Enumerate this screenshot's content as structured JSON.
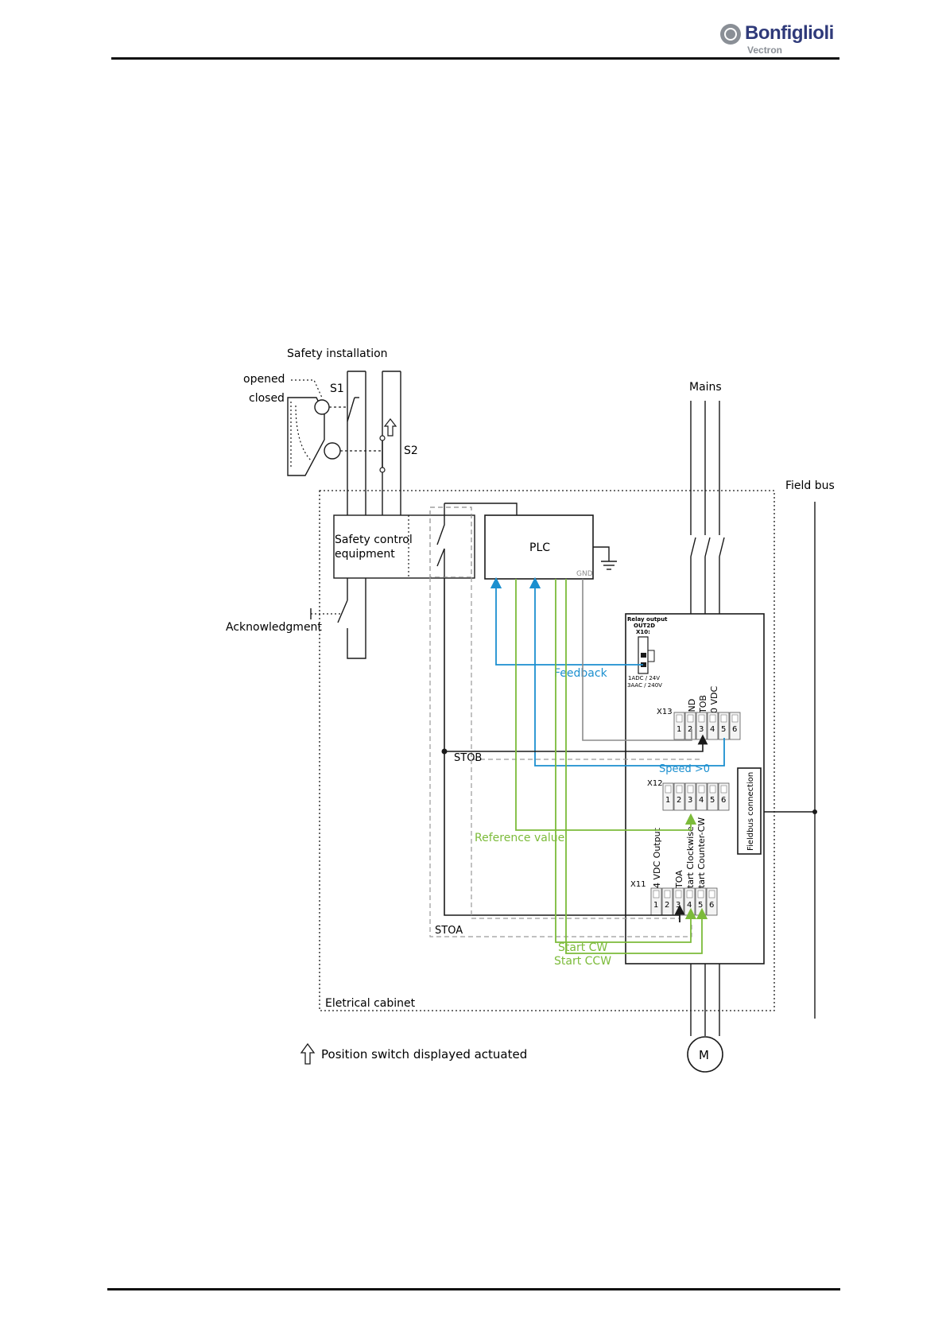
{
  "header": {
    "brand": "Bonfiglioli",
    "sub_brand": "Vectron"
  },
  "diagram": {
    "safety_installation": "Safety installation",
    "opened": "opened",
    "closed": "closed",
    "s1": "S1",
    "s2": "S2",
    "mains": "Mains",
    "field_bus": "Field bus",
    "safety_control_line1": "Safety control",
    "safety_control_line2": "equipment",
    "plc": "PLC",
    "plc_gnd": "GND",
    "acknowledgment": "Acknowledgment",
    "relay_output": "Relay output",
    "out2d": "OUT2D",
    "x10": "X10:",
    "relay_rating1": "1ADC / 24V",
    "relay_rating2": "3AAC / 240V",
    "feedback": "Feedback",
    "x13": "X13",
    "x13_gnd": "GND",
    "x13_stob": "STOB",
    "x13_10vdc": "10 VDC",
    "x13_pins": [
      "1",
      "2",
      "3",
      "4",
      "5",
      "6"
    ],
    "stob": "STOB",
    "speed": "Speed >0",
    "x12": "X12",
    "x12_pins": [
      "1",
      "2",
      "3",
      "4",
      "5",
      "6"
    ],
    "fieldbus_connection": "Fieldbus connection",
    "reference_value": "Reference value",
    "x11": "X11",
    "x11_24vdc": "24 VDC Output",
    "x11_stoa": "STOA",
    "x11_start_cw": "Start Clockwise",
    "x11_start_ccw": "Start Counter-CW",
    "x11_pins": [
      "1",
      "2",
      "3",
      "4",
      "5",
      "6"
    ],
    "stoa": "STOA",
    "start_cw": "Start CW",
    "start_ccw": "Start CCW",
    "electrical_cabinet": "Eletrical cabinet",
    "motor": "M",
    "legend": "Position switch displayed actuated"
  },
  "colors": {
    "blue": "#1b8fcf",
    "green": "#7cbb3a",
    "gray": "#8c8c8c",
    "black": "#1a1a1a",
    "dash": "#9a9a9a"
  }
}
